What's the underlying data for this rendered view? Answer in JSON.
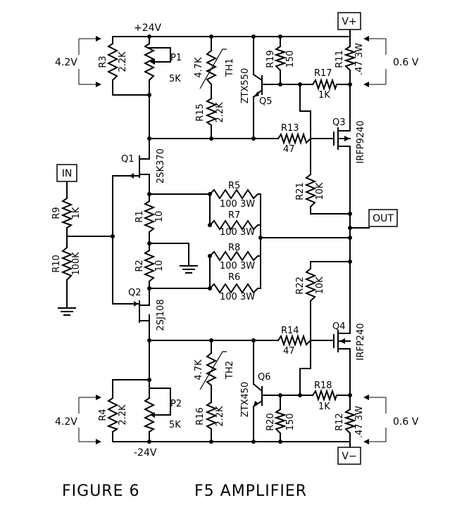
{
  "figure_caption": {
    "number": "FIGURE 6",
    "title": "F5 AMPLIFIER"
  },
  "rails": {
    "pos": "+24V",
    "neg": "-24V"
  },
  "terminals": {
    "vplus": "V+",
    "vminus": "V−",
    "input": "IN",
    "output": "OUT"
  },
  "measurements": {
    "left_top": "4.2V",
    "left_bot": "4.2V",
    "right_top": "0.6 V",
    "right_bot": "0.6 V"
  },
  "components": {
    "R3": {
      "ref": "R3",
      "val": "2.2K"
    },
    "P1": {
      "ref": "P1",
      "val": "5K"
    },
    "TH1": {
      "ref": "TH1",
      "val": "4.7K"
    },
    "R15": {
      "ref": "R15",
      "val": "2.2K"
    },
    "Q5": {
      "ref": "Q5",
      "part": "ZTX550"
    },
    "R19": {
      "ref": "R19",
      "val": "150"
    },
    "R11": {
      "ref": "R11",
      "val": ".47 3W"
    },
    "R17": {
      "ref": "R17",
      "val": "1K"
    },
    "R13": {
      "ref": "R13",
      "val": "47"
    },
    "Q3": {
      "ref": "Q3",
      "part": "IRFP9240"
    },
    "Q1": {
      "ref": "Q1",
      "part": "2SK370"
    },
    "R9": {
      "ref": "R9",
      "val": "1K"
    },
    "R10": {
      "ref": "R10",
      "val": "100K"
    },
    "R1": {
      "ref": "R1",
      "val": "10"
    },
    "R2": {
      "ref": "R2",
      "val": "10"
    },
    "R5": {
      "ref": "R5",
      "val": "100 3W"
    },
    "R7": {
      "ref": "R7",
      "val": "100 3W"
    },
    "R8": {
      "ref": "R8",
      "val": "100 3W"
    },
    "R6": {
      "ref": "R6",
      "val": "100 3W"
    },
    "R21": {
      "ref": "R21",
      "val": "10K"
    },
    "R22": {
      "ref": "R22",
      "val": "10K"
    },
    "Q2": {
      "ref": "Q2",
      "part": "2SJ108"
    },
    "R14": {
      "ref": "R14",
      "val": "47"
    },
    "Q4": {
      "ref": "Q4",
      "part": "IRFP240"
    },
    "TH2": {
      "ref": "TH2",
      "val": "4.7K"
    },
    "Q6": {
      "ref": "Q6",
      "part": "ZTX450"
    },
    "R18": {
      "ref": "R18",
      "val": "1K"
    },
    "R4": {
      "ref": "R4",
      "val": "2.2K"
    },
    "P2": {
      "ref": "P2",
      "val": "5K"
    },
    "R16": {
      "ref": "R16",
      "val": "2.2K"
    },
    "R20": {
      "ref": "R20",
      "val": "150"
    },
    "R12": {
      "ref": "R12",
      "val": ".47 3W"
    }
  }
}
